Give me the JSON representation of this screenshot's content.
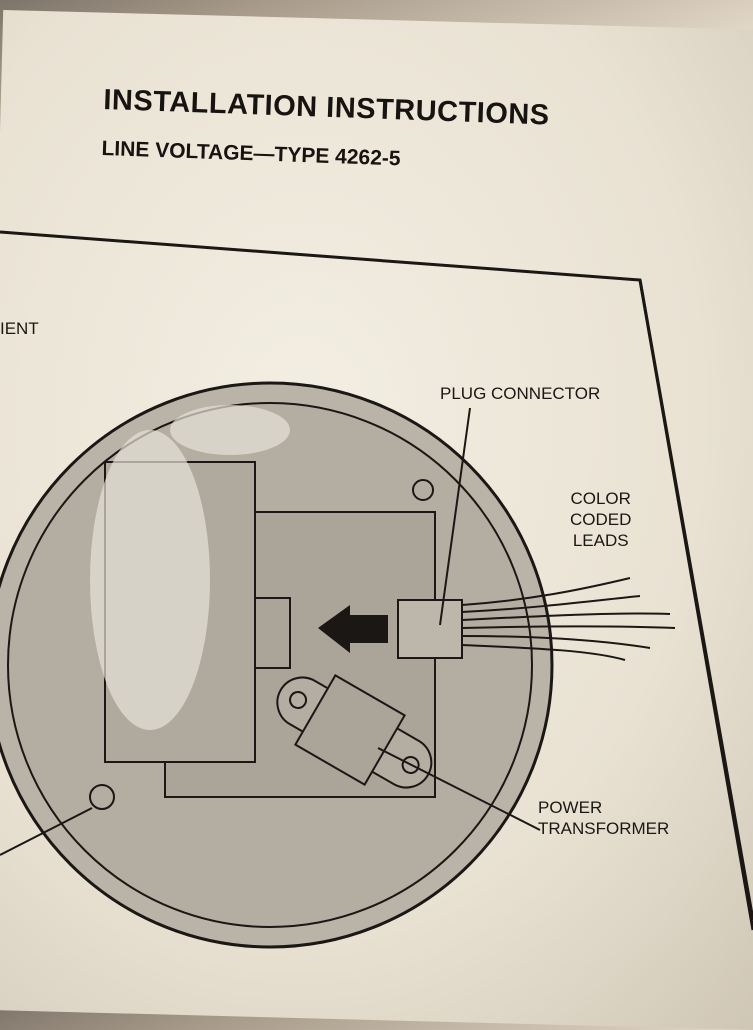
{
  "document": {
    "title": "INSTALLATION INSTRUCTIONS",
    "subtitle": "LINE VOLTAGE—TYPE 4262-5",
    "partial_left_label": "IENT",
    "labels": {
      "plug_connector": "PLUG CONNECTOR",
      "color_coded_leads": [
        "COLOR",
        "CODED",
        "LEADS"
      ],
      "power_transformer": [
        "POWER",
        "TRANSFORMER"
      ]
    }
  }
}
